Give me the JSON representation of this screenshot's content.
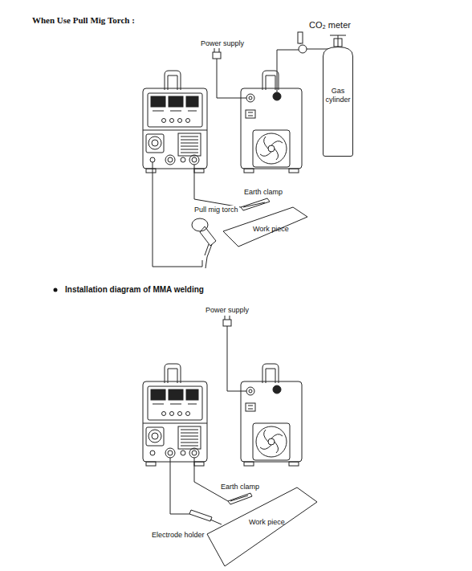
{
  "diagram": {
    "title": "When Use Pull Mig Torch :",
    "nodes": [
      {
        "text": [
          "Gas cylinder"
        ]
      },
      {
        "text": [
          "Work piece"
        ]
      },
      {
        "text": [
          "Work piece"
        ]
      }
    ],
    "labels": [
      "CO₂ meter",
      "Power supply",
      "Earth clamp",
      "Pull mig torch",
      "Installation diagram of MMA welding",
      "Power supply",
      "Earth clamp",
      "Electrode holder"
    ]
  }
}
